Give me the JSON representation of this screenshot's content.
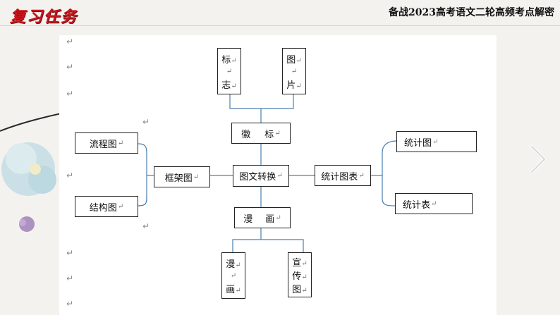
{
  "header": {
    "title": "复习任务",
    "subtitle": "备战2023高考语文二轮高频考点解密"
  },
  "diagram": {
    "return_mark": "↵",
    "center": "图文转换",
    "badge": {
      "line1": "徽",
      "line2": "标"
    },
    "frame": "框架图",
    "stats": "统计图表",
    "comic": {
      "line1": "漫",
      "line2": "画"
    },
    "flow": "流程图",
    "structure": "结构图",
    "logo_sign": {
      "c1": "标",
      "c2": "志"
    },
    "picture": {
      "c1": "图",
      "c2": "片"
    },
    "stat_chart": "统计图",
    "stat_table": "统计表",
    "cartoon": {
      "c1": "漫",
      "c2": "画"
    },
    "poster": {
      "c1": "宣",
      "c2": "传",
      "c3": "图"
    }
  },
  "colors": {
    "title_red": "#c8171e",
    "connector_blue": "#4a7fb0",
    "slide_background": "#f4f2ef"
  },
  "icons": {
    "next": "chevron-right-icon"
  }
}
